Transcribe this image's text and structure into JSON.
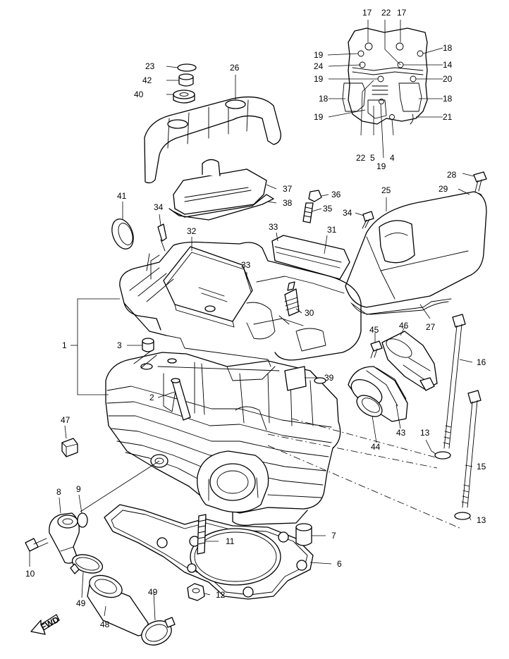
{
  "fwd_label": "FWD",
  "callouts": [
    {
      "n": "1"
    },
    {
      "n": "2"
    },
    {
      "n": "3"
    },
    {
      "n": "4"
    },
    {
      "n": "5"
    },
    {
      "n": "6"
    },
    {
      "n": "7"
    },
    {
      "n": "8"
    },
    {
      "n": "9"
    },
    {
      "n": "10"
    },
    {
      "n": "11"
    },
    {
      "n": "12"
    },
    {
      "n": "13"
    },
    {
      "n": "13"
    },
    {
      "n": "14"
    },
    {
      "n": "15"
    },
    {
      "n": "16"
    },
    {
      "n": "17"
    },
    {
      "n": "17"
    },
    {
      "n": "18"
    },
    {
      "n": "18"
    },
    {
      "n": "18"
    },
    {
      "n": "19"
    },
    {
      "n": "19"
    },
    {
      "n": "19"
    },
    {
      "n": "19"
    },
    {
      "n": "20"
    },
    {
      "n": "21"
    },
    {
      "n": "22"
    },
    {
      "n": "22"
    },
    {
      "n": "23"
    },
    {
      "n": "24"
    },
    {
      "n": "25"
    },
    {
      "n": "26"
    },
    {
      "n": "27"
    },
    {
      "n": "28"
    },
    {
      "n": "29"
    },
    {
      "n": "30"
    },
    {
      "n": "31"
    },
    {
      "n": "32"
    },
    {
      "n": "33"
    },
    {
      "n": "33"
    },
    {
      "n": "34"
    },
    {
      "n": "34"
    },
    {
      "n": "35"
    },
    {
      "n": "36"
    },
    {
      "n": "37"
    },
    {
      "n": "38"
    },
    {
      "n": "39"
    },
    {
      "n": "40"
    },
    {
      "n": "41"
    },
    {
      "n": "42"
    },
    {
      "n": "43"
    },
    {
      "n": "44"
    },
    {
      "n": "45"
    },
    {
      "n": "46"
    },
    {
      "n": "47"
    },
    {
      "n": "48"
    },
    {
      "n": "49"
    },
    {
      "n": "49"
    }
  ]
}
